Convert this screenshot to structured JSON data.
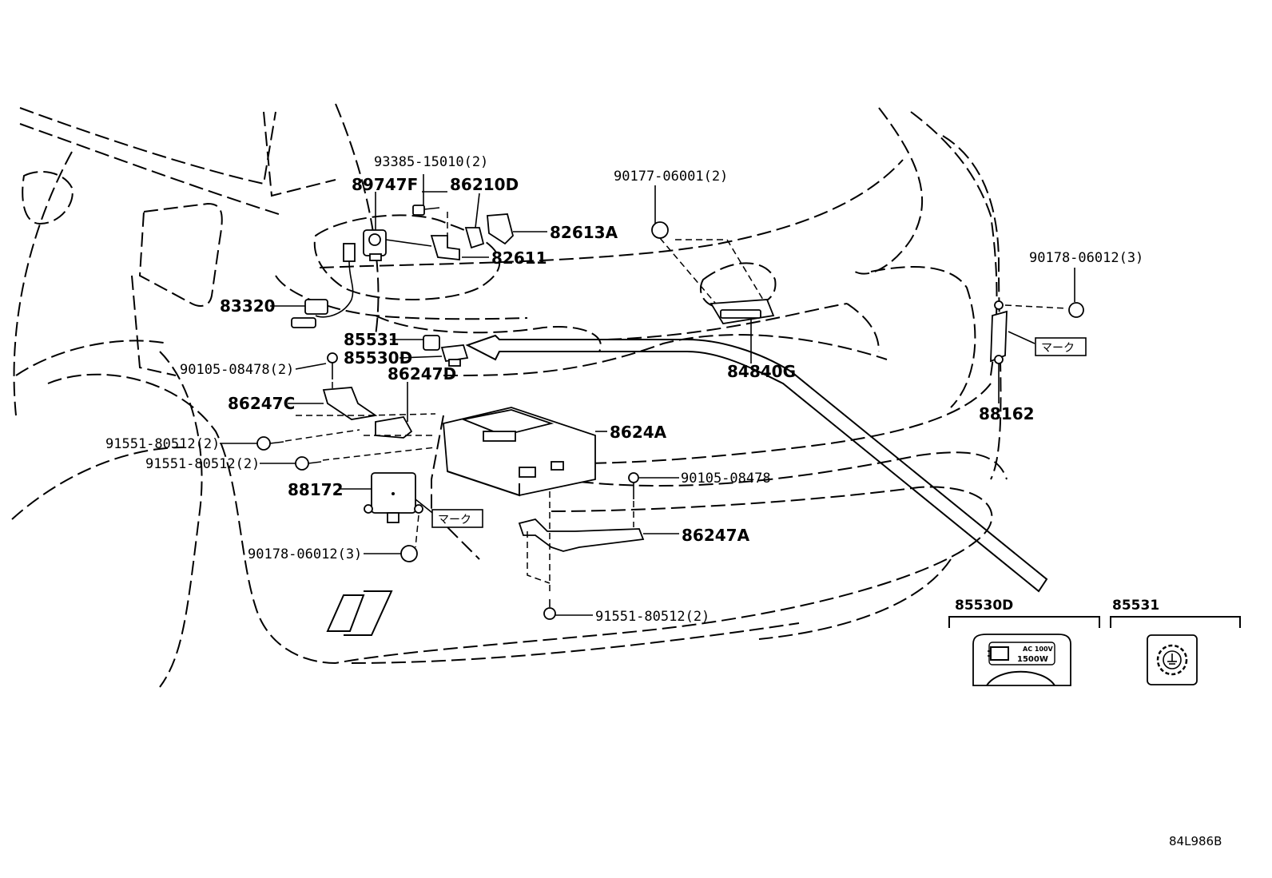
{
  "diagram": {
    "drawing_code": "84L986B",
    "labels": {
      "p93385": "93385-15010(2)",
      "p89747F": "89747F",
      "p86210D": "86210D",
      "p82613A": "82613A",
      "p82611": "82611",
      "p90177": "90177-06001(2)",
      "p90178_right": "90178-06012(3)",
      "p83320": "83320",
      "p85531": "85531",
      "p85530D": "85530D",
      "p86247D": "86247D",
      "p90105_2": "90105-08478(2)",
      "p86247C": "86247C",
      "p84840G": "84840G",
      "p88162": "88162",
      "p8624A": "8624A",
      "p91551_a": "91551-80512(2)",
      "p91551_b": "91551-80512(2)",
      "p90105": "90105-08478",
      "p88172": "88172",
      "p86247A": "86247A",
      "p90178_left": "90178-06012(3)",
      "p91551_c": "91551-80512(2)",
      "detail_85530D": "85530D",
      "detail_85531": "85531"
    },
    "mark_tags": {
      "right": "マーク",
      "left": "マーク"
    },
    "detail_plate_text": {
      "line1": "AC 100V",
      "line2": "1500W"
    },
    "icons": [
      "grounding-outlet-icon",
      "outlet-plug-icon"
    ]
  }
}
